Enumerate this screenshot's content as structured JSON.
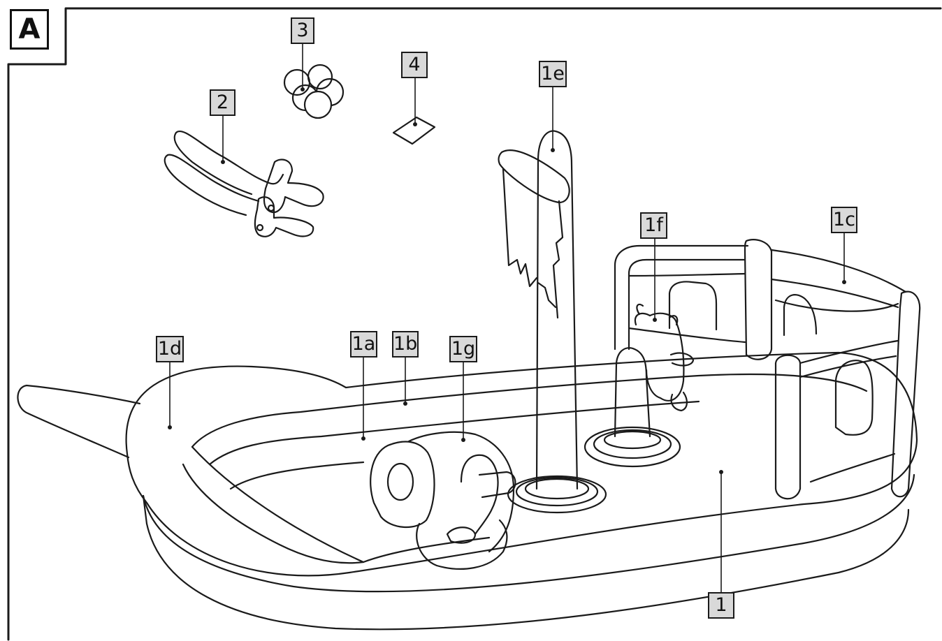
{
  "figure": {
    "panel_id": "A",
    "line_color": "#1a1a1a",
    "label_bg": "#d9d9d9",
    "labels": {
      "l1": "1",
      "l1a": "1a",
      "l1b": "1b",
      "l1c": "1c",
      "l1d": "1d",
      "l1e": "1e",
      "l1f": "1f",
      "l1g": "1g",
      "l2": "2",
      "l3": "3",
      "l4": "4"
    }
  }
}
